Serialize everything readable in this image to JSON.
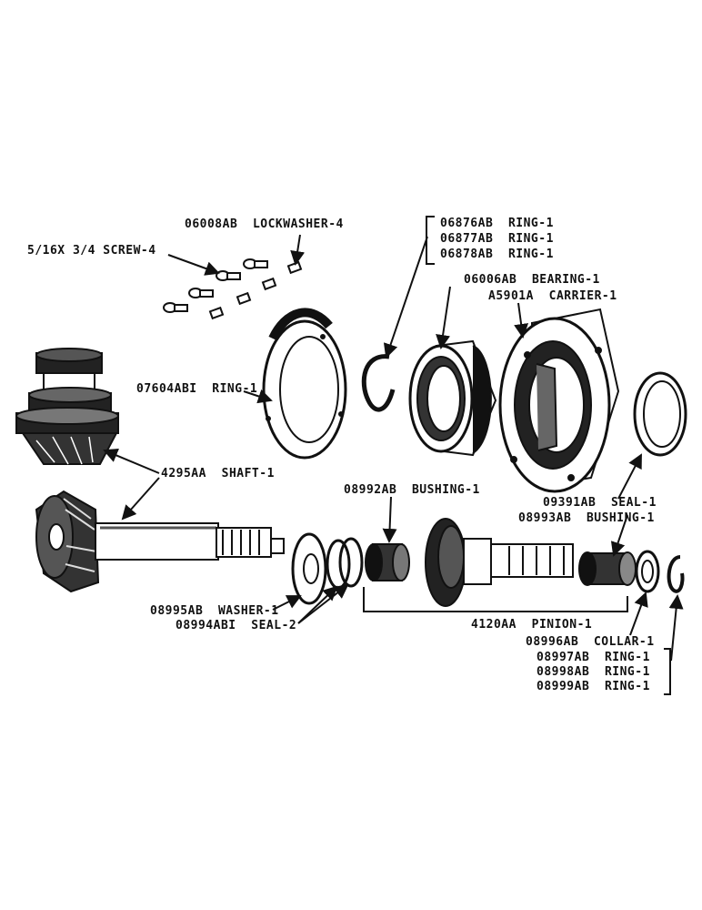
{
  "labels": {
    "lockwasher": "06008AB  LOCKWASHER-4",
    "screw": "5/16X 3/4 SCREW-4",
    "ring_06876": "06876AB  RING-1",
    "ring_06877": "06877AB  RING-1",
    "ring_06878": "06878AB  RING-1",
    "bearing": "06006AB  BEARING-1",
    "carrier": "A5901A  CARRIER-1",
    "ring_07604": "07604ABI  RING-1",
    "shaft": "4295AA  SHAFT-1",
    "bushing_08992": "08992AB  BUSHING-1",
    "seal_09391": "09391AB  SEAL-1",
    "bushing_08993": "08993AB  BUSHING-1",
    "washer": "08995AB  WASHER-1",
    "seal_08994": "08994ABI  SEAL-2",
    "pinion": "4120AA  PINION-1",
    "collar": "08996AB  COLLAR-1",
    "ring_08997": "08997AB  RING-1",
    "ring_08998": "08998AB  RING-1",
    "ring_08999": "08999AB  RING-1"
  }
}
